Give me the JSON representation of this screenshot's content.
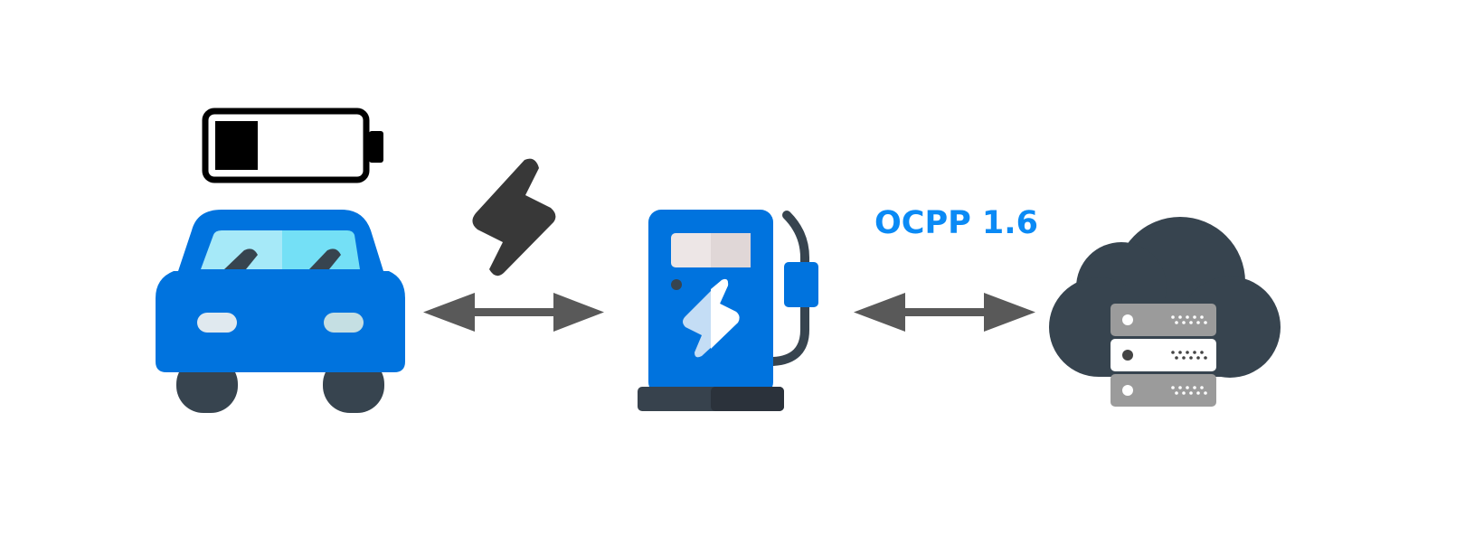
{
  "diagram": {
    "protocol_label": "OCPP 1.6",
    "battery_level_fraction": 0.25,
    "nodes": [
      "electric-car",
      "charging-station",
      "cloud-server"
    ],
    "links": [
      {
        "from": "electric-car",
        "to": "charging-station",
        "direction": "bidirectional",
        "icon": "lightning-bolt-icon"
      },
      {
        "from": "charging-station",
        "to": "cloud-server",
        "direction": "bidirectional"
      }
    ],
    "colors": {
      "primary_blue": "#0073de",
      "label_blue": "#0a8af5",
      "dark": "#37444f",
      "arrow": "#595959",
      "bolt": "#383838"
    }
  }
}
